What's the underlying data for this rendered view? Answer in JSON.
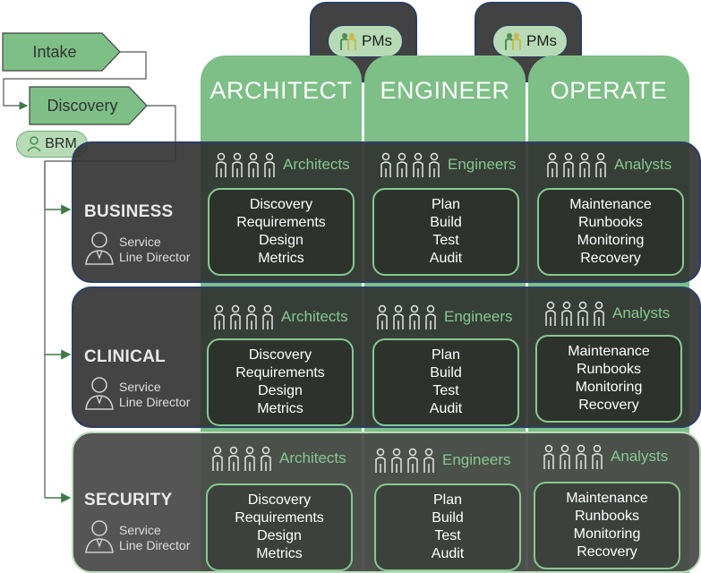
{
  "flow": {
    "intake": "Intake",
    "discovery": "Discovery",
    "brm": "BRM"
  },
  "pms": [
    "PMs",
    "PMs"
  ],
  "columns": [
    {
      "title": "ARCHITECT",
      "team": "Architects",
      "tasks": [
        "Discovery",
        "Requirements",
        "Design",
        "Metrics"
      ]
    },
    {
      "title": "ENGINEER",
      "team": "Engineers",
      "tasks": [
        "Plan",
        "Build",
        "Test",
        "Audit"
      ]
    },
    {
      "title": "OPERATE",
      "team": "Analysts",
      "tasks": [
        "Maintenance",
        "Runbooks",
        "Monitoring",
        "Recovery"
      ]
    }
  ],
  "rows": [
    {
      "name": "BUSINESS",
      "role": [
        "Service",
        "Line Director"
      ]
    },
    {
      "name": "CLINICAL",
      "role": [
        "Service",
        "Line Director"
      ]
    },
    {
      "name": "SECURITY",
      "role": [
        "Service",
        "Line Director"
      ]
    }
  ],
  "colors": {
    "green": "#7dbf86",
    "light_green": "#b7dbb6",
    "dark": "#303030",
    "border_blue": "#2c3e66"
  }
}
